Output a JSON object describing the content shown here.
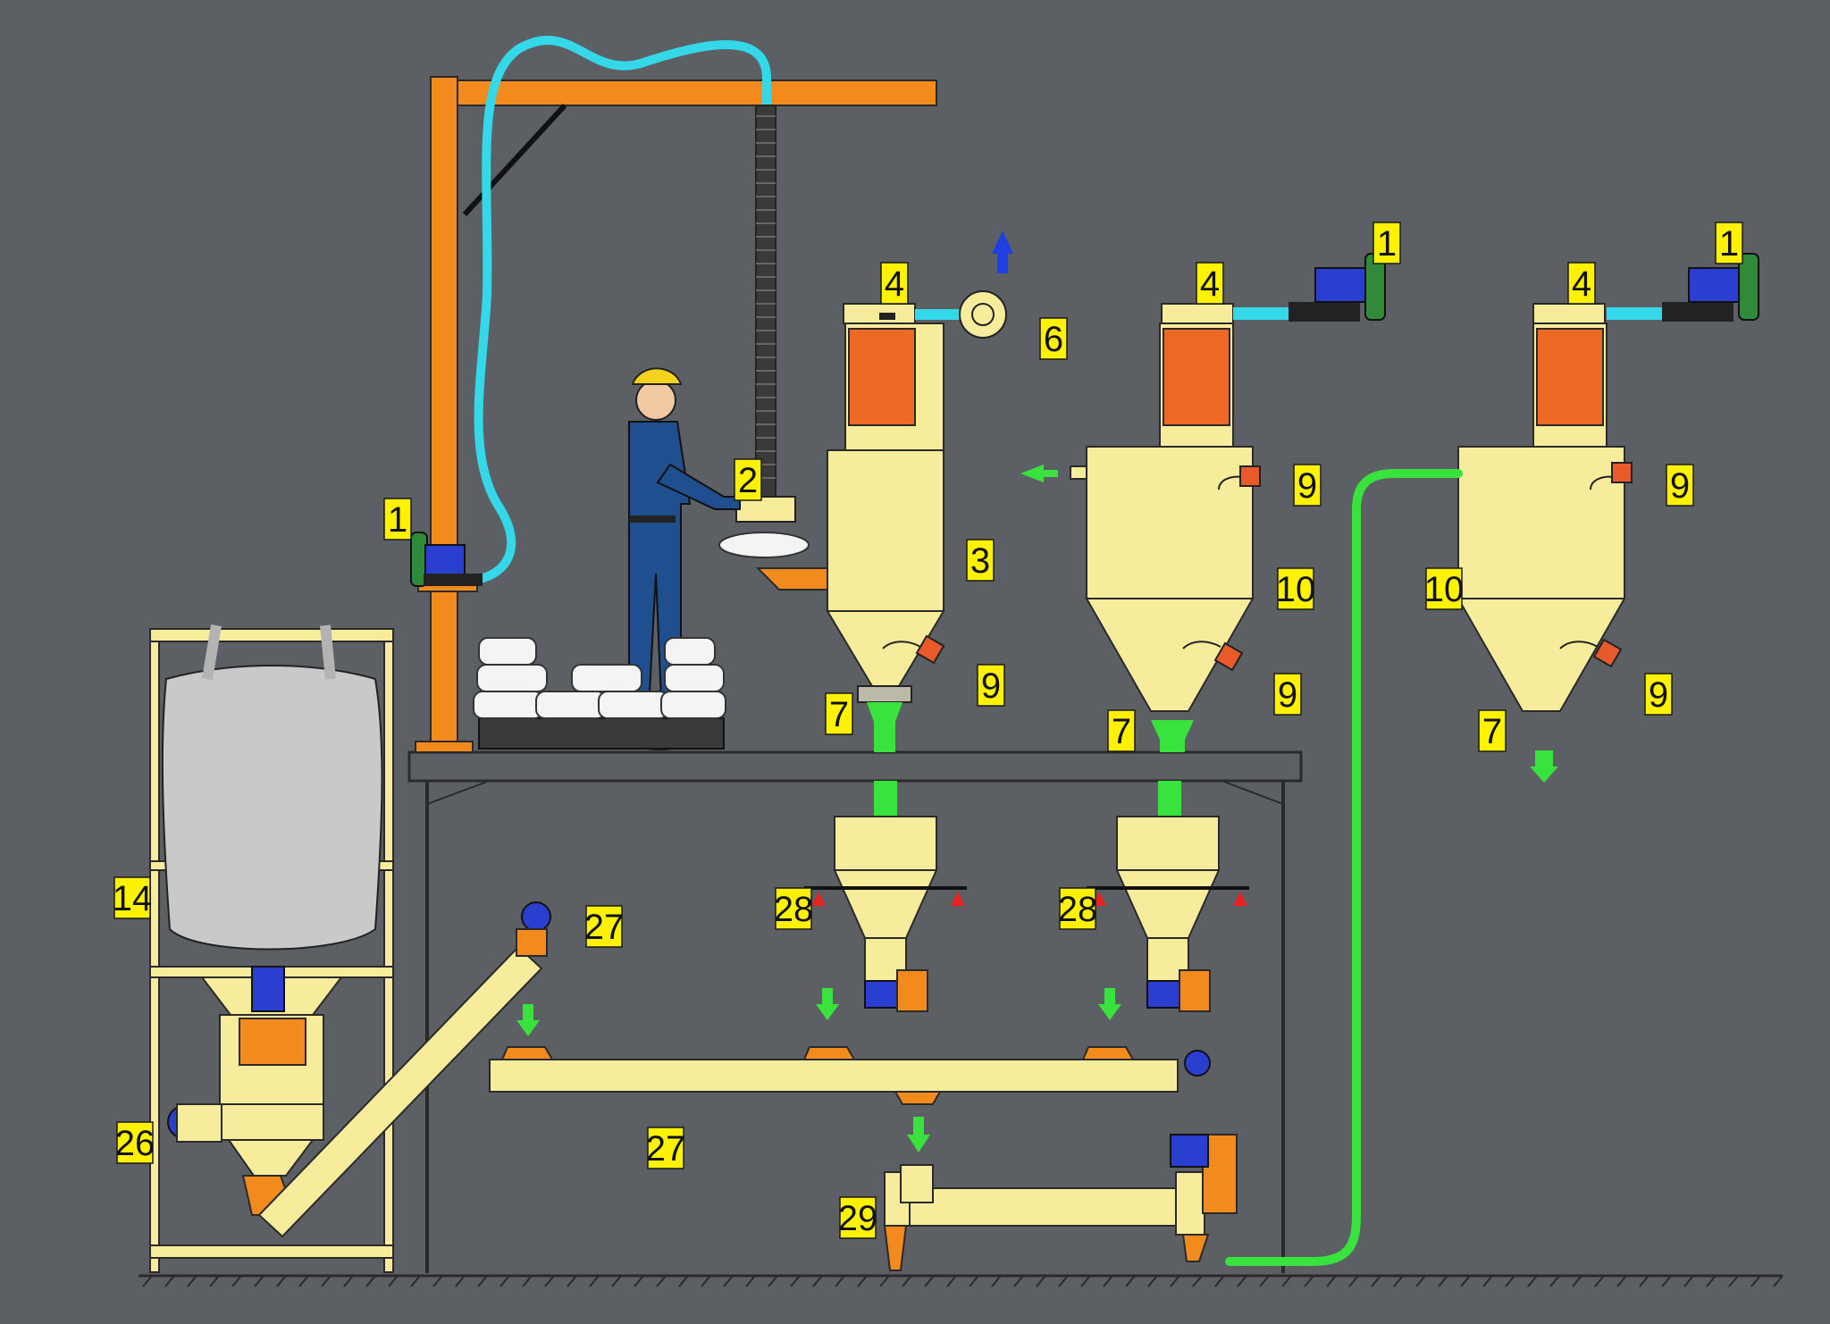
{
  "callouts": [
    {
      "label": "1"
    },
    {
      "label": "1"
    },
    {
      "label": "1"
    },
    {
      "label": "2"
    },
    {
      "label": "3"
    },
    {
      "label": "4"
    },
    {
      "label": "4"
    },
    {
      "label": "4"
    },
    {
      "label": "6"
    },
    {
      "label": "7"
    },
    {
      "label": "7"
    },
    {
      "label": "7"
    },
    {
      "label": "9"
    },
    {
      "label": "9"
    },
    {
      "label": "9"
    },
    {
      "label": "9"
    },
    {
      "label": "9"
    },
    {
      "label": "10"
    },
    {
      "label": "10"
    },
    {
      "label": "14"
    },
    {
      "label": "26"
    },
    {
      "label": "27"
    },
    {
      "label": "27"
    },
    {
      "label": "28"
    },
    {
      "label": "28"
    },
    {
      "label": "29"
    }
  ],
  "colors": {
    "background": "#5c6064",
    "callout": "#fff200",
    "equipment": "#f7ec9c",
    "crane": "#f28a1e",
    "material_flow": "#38e33e",
    "vacuum_hose": "#34d8e8",
    "exhaust_arrow": "#1f3fe0",
    "motor": "#2a3fd0",
    "blower": "#2f8a3a",
    "filter": "#ee6a24"
  },
  "icons": [
    "jib-crane",
    "vacuum-lifter",
    "operator",
    "bag-pallet",
    "cyclone-receiver",
    "blower",
    "exhaust-fan",
    "bulk-bag-discharger",
    "screw-conveyor",
    "weigh-hopper",
    "flow-arrow"
  ]
}
